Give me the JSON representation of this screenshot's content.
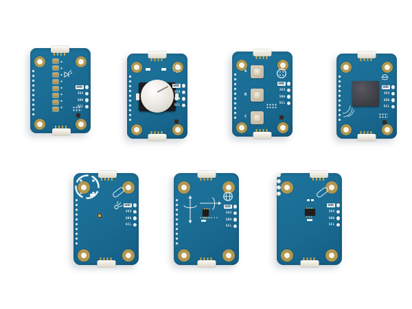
{
  "pin_labels": [
    "GND",
    "3V3",
    "SDA",
    "SCL"
  ],
  "boards": [
    {
      "id": "led-bar-module",
      "icon": "led-diode-icon"
    },
    {
      "id": "knob-module",
      "icon": "dial-icon"
    },
    {
      "id": "buttons-module",
      "icon": "button-icon",
      "buttons": [
        "A",
        "B",
        "C"
      ]
    },
    {
      "id": "buzzer-module",
      "icon": "buzzer-icon"
    },
    {
      "id": "emitter-module",
      "icon": "emitter-icon"
    },
    {
      "id": "motion-module",
      "icon": "globe-icon"
    },
    {
      "id": "ic-sensor-module",
      "icon": "pill-outline-icon"
    }
  ],
  "colors": {
    "background": "#ffffff",
    "pcb": "#1a6b92",
    "gold": "#b3974e",
    "silkscreen": "#e9f2f7",
    "connector": "#f3f0e7",
    "led_amber": "#c09a52",
    "knob": "#edeae4",
    "buzzer": "#45454d",
    "button": "#cfc3ae"
  }
}
